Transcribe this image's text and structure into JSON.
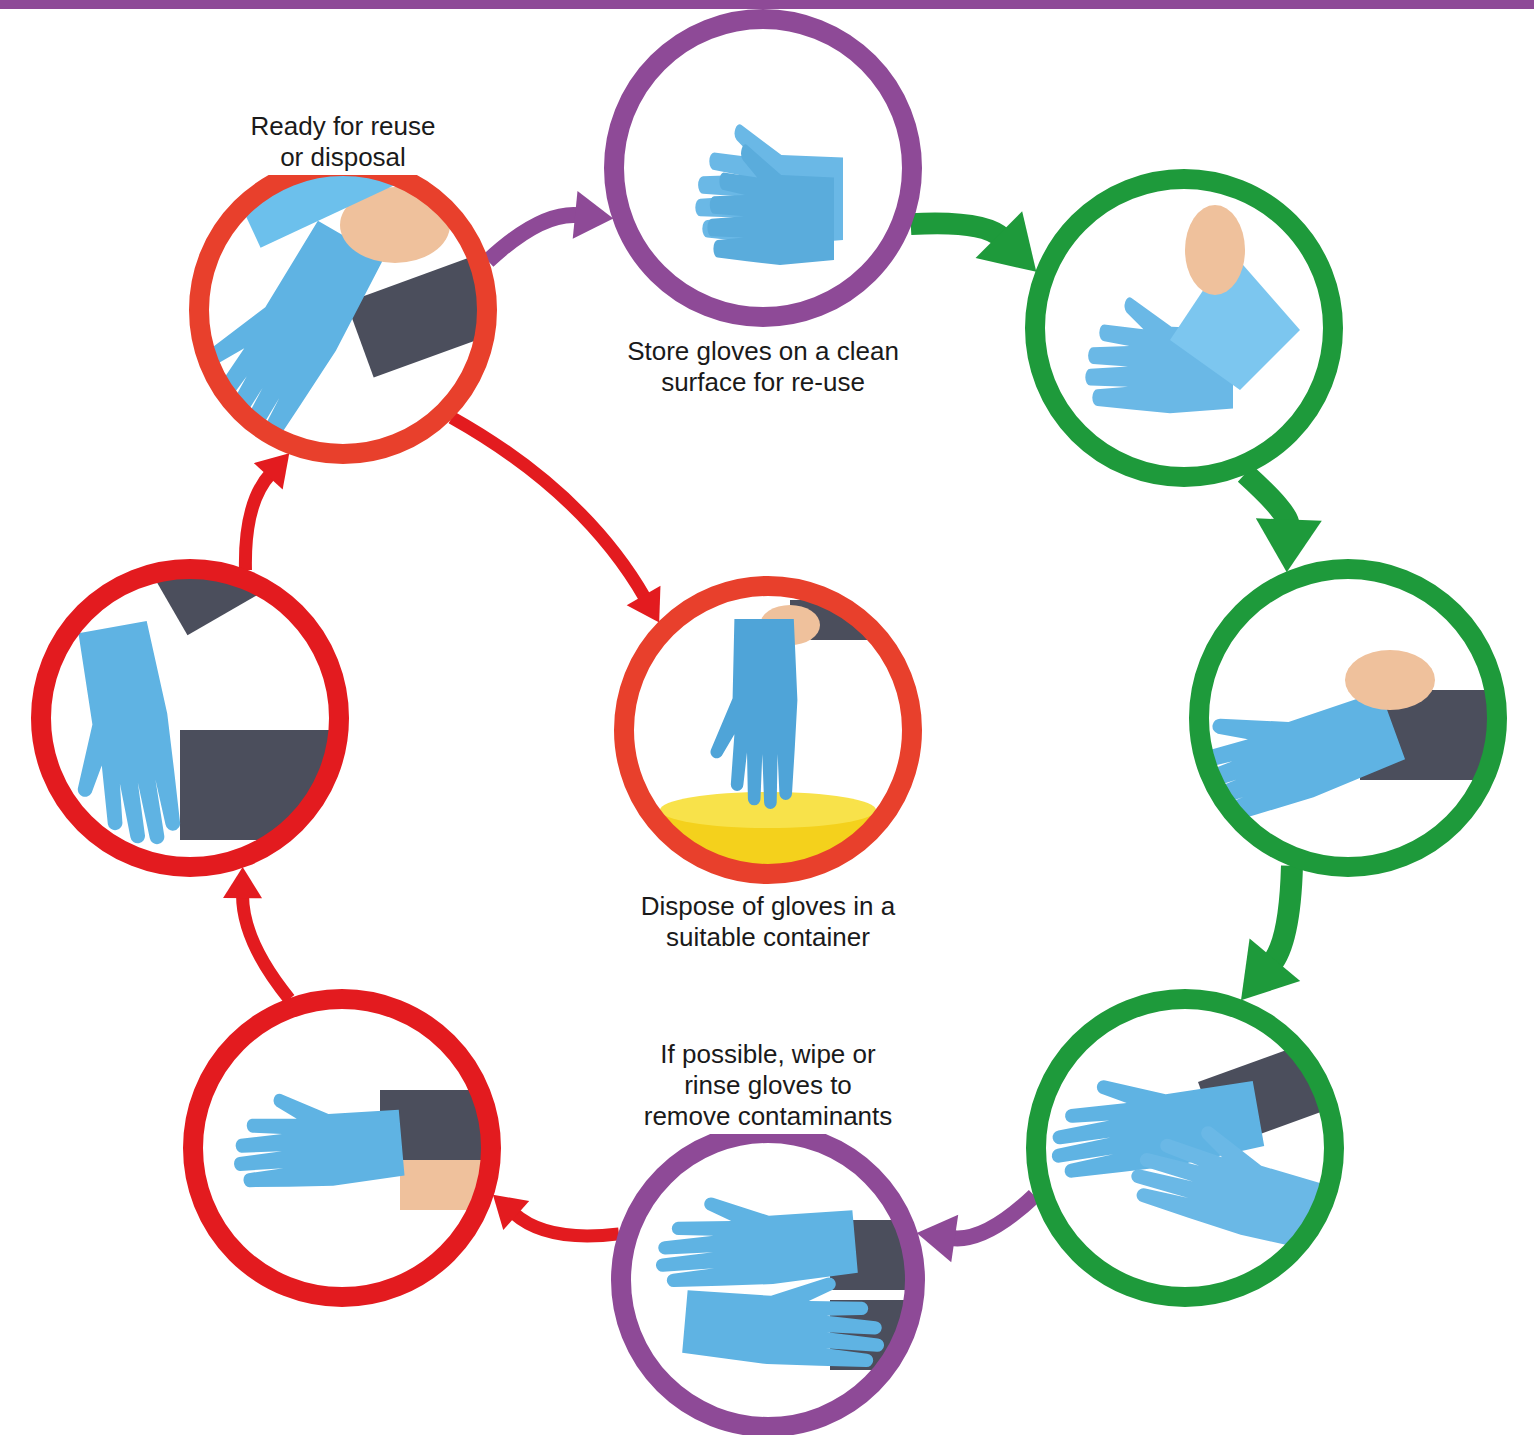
{
  "diagram": {
    "nodes": [
      {
        "text": [
          "Ready for reuse or disposal"
        ]
      },
      {
        "text": [
          "Store gloves on a clean surface for re-use"
        ]
      },
      {
        "text": []
      },
      {
        "text": []
      },
      {
        "text": []
      },
      {
        "text": [
          "If possible, wipe or rinse gloves to remove contaminants"
        ]
      },
      {
        "text": []
      },
      {
        "text": []
      },
      {
        "text": [
          "Dispose of gloves in a suitable container"
        ]
      }
    ],
    "edges": [
      {
        "from": 0,
        "to": 1,
        "arrow": "to"
      },
      {
        "from": 1,
        "to": 2,
        "arrow": "to"
      },
      {
        "from": 2,
        "to": 3,
        "arrow": "to"
      },
      {
        "from": 3,
        "to": 4,
        "arrow": "to"
      },
      {
        "from": 4,
        "to": 5,
        "arrow": "to"
      },
      {
        "from": 5,
        "to": 6,
        "arrow": "to"
      },
      {
        "from": 6,
        "to": 7,
        "arrow": "to"
      },
      {
        "from": 7,
        "to": 0,
        "arrow": "to"
      },
      {
        "from": 0,
        "to": 8,
        "arrow": "to"
      }
    ]
  }
}
